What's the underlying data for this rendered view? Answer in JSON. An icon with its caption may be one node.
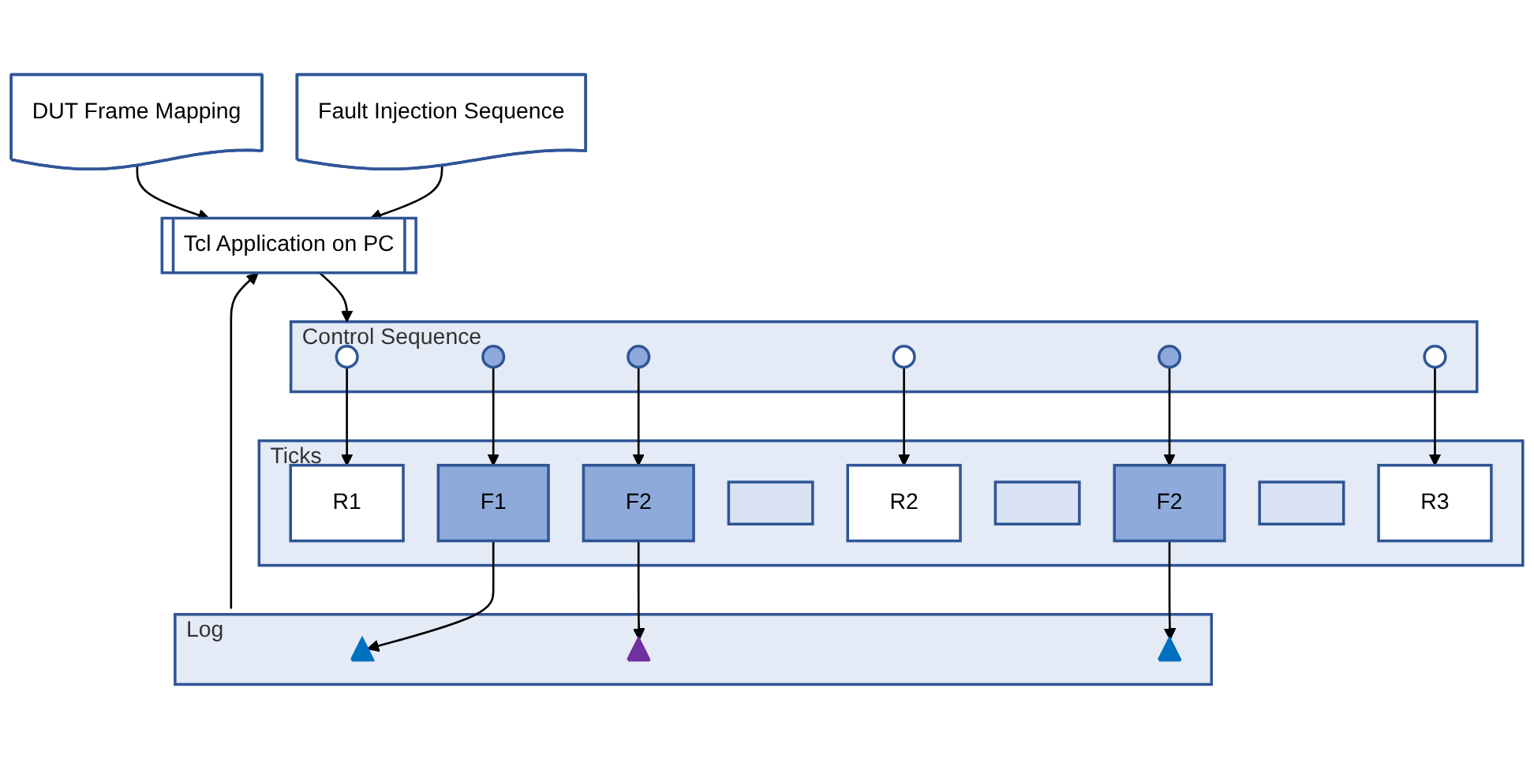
{
  "diagram": {
    "nodes": [
      {
        "text": [
          "Fault Injection Sequence"
        ]
      },
      {
        "text": [
          "Tcl Application on PC"
        ]
      },
      {
        "text": [
          "DUT Frame Mapping"
        ]
      },
      {
        "text": [
          "Control Sequence"
        ]
      },
      {
        "text": [],
        "shape": "circle",
        "in": 3
      },
      {
        "text": [],
        "shape": "circle",
        "in": 3
      },
      {
        "text": [],
        "shape": "circle",
        "in": 3
      },
      {
        "text": [],
        "shape": "circle",
        "in": 3
      },
      {
        "text": [],
        "shape": "circle",
        "in": 3
      },
      {
        "text": [],
        "shape": "circle",
        "in": 3
      },
      {
        "text": [
          "Ticks"
        ]
      },
      {
        "text": [
          "R1"
        ],
        "in": 10
      },
      {
        "text": [
          "F1"
        ],
        "in": 10
      },
      {
        "text": [
          "F2"
        ],
        "in": 10
      },
      {
        "text": [],
        "shape": "box",
        "in": 10
      },
      {
        "text": [
          "R2"
        ],
        "in": 10
      },
      {
        "text": [],
        "shape": "box",
        "in": 10
      },
      {
        "text": [
          "F2"
        ],
        "in": 10
      },
      {
        "text": [],
        "shape": "box",
        "in": 10
      },
      {
        "text": [
          "R3"
        ],
        "in": 10
      },
      {
        "text": [
          "Log"
        ]
      },
      {
        "text": [],
        "shape": "triangle",
        "in": 20
      },
      {
        "text": [],
        "shape": "triangle",
        "in": 20
      },
      {
        "text": [],
        "shape": "triangle",
        "in": 20
      }
    ],
    "edges": [
      {
        "from": 0,
        "to": 1,
        "arrow": "to"
      },
      {
        "from": 2,
        "to": 1,
        "arrow": "to"
      },
      {
        "from": 1,
        "to": 3,
        "arrow": "to"
      },
      {
        "from": 4,
        "to": 11,
        "arrow": "to"
      },
      {
        "from": 5,
        "to": 12,
        "arrow": "to"
      },
      {
        "from": 6,
        "to": 13,
        "arrow": "to"
      },
      {
        "from": 7,
        "to": 15,
        "arrow": "to"
      },
      {
        "from": 8,
        "to": 17,
        "arrow": "to"
      },
      {
        "from": 9,
        "to": 19,
        "arrow": "to"
      },
      {
        "from": 12,
        "to": 21,
        "arrow": "to"
      },
      {
        "from": 13,
        "to": 22,
        "arrow": "to"
      },
      {
        "from": 17,
        "to": 23,
        "arrow": "to"
      },
      {
        "from": 20,
        "to": 1,
        "arrow": "to"
      }
    ]
  }
}
